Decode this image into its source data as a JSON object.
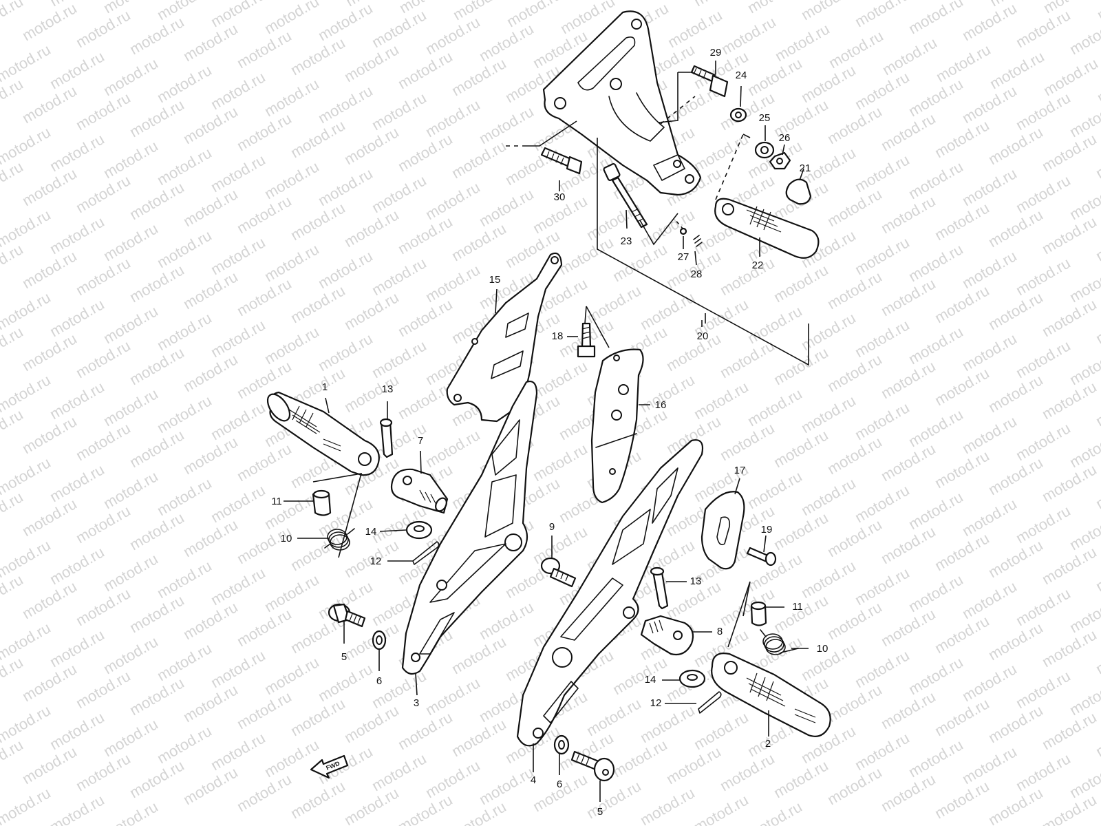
{
  "watermark": "motod.ru",
  "direction_arrow": {
    "label": "FWD",
    "icon": "fwd-arrow-icon"
  },
  "callouts": {
    "c1": "1",
    "c2": "2",
    "c3": "3",
    "c4": "4",
    "c5a": "5",
    "c5b": "5",
    "c6a": "6",
    "c6b": "6",
    "c7": "7",
    "c8": "8",
    "c9": "9",
    "c10a": "10",
    "c10b": "10",
    "c11a": "11",
    "c11b": "11",
    "c12a": "12",
    "c12b": "12",
    "c13a": "13",
    "c13b": "13",
    "c14a": "14",
    "c14b": "14",
    "c15": "15",
    "c16": "16",
    "c17": "17",
    "c18": "18",
    "c19": "19",
    "c20": "20",
    "c21": "21",
    "c22": "22",
    "c23": "23",
    "c24": "24",
    "c25": "25",
    "c26": "26",
    "c27": "27",
    "c28": "28",
    "c29": "29",
    "c30": "30"
  }
}
